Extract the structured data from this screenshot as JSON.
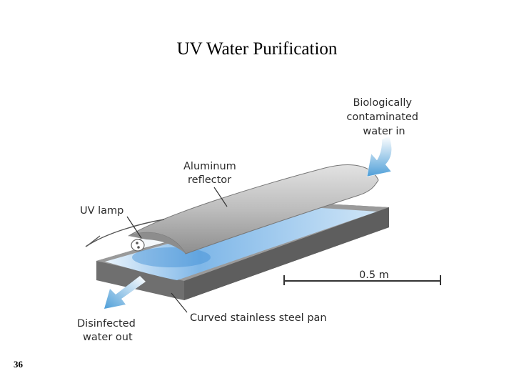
{
  "slide": {
    "title": "UV Water Purification",
    "page_number": "36"
  },
  "diagram": {
    "labels": {
      "water_in": [
        "Biologically",
        "contaminated",
        "water in"
      ],
      "reflector": [
        "Aluminum",
        "reflector"
      ],
      "uv_lamp": "UV lamp",
      "scale": "0.5 m",
      "water_out": [
        "Disinfected",
        "water out"
      ],
      "pan": "Curved stainless steel pan"
    },
    "colors": {
      "water": "#9cc9ec",
      "reflector": "#b9b9b9",
      "pan": "#6f6f6f",
      "arrow": "#4f9fd8"
    }
  }
}
